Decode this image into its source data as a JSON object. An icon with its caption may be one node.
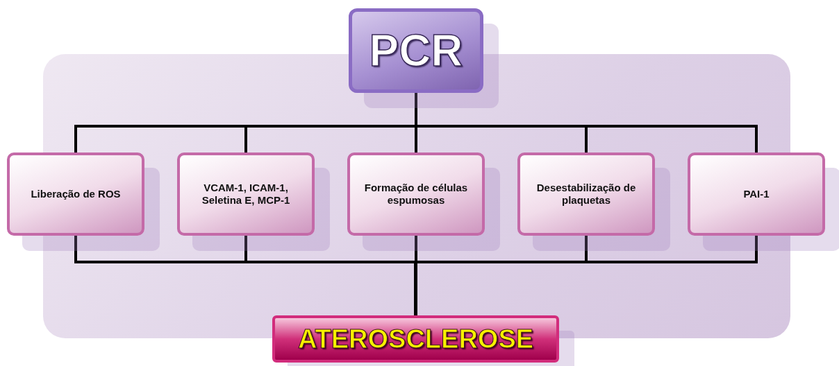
{
  "diagram": {
    "nodes": [
      {
        "text": [
          "PCR"
        ]
      },
      {
        "text": [
          "Liberação de ROS"
        ]
      },
      {
        "text": [
          "VCAM-1, ICAM-1, Seletina E, MCP-1"
        ]
      },
      {
        "text": [
          "Formação de células espumosas"
        ]
      },
      {
        "text": [
          "Desestabilização de plaquetas"
        ]
      },
      {
        "text": [
          "PAI-1"
        ]
      },
      {
        "text": [
          "ATEROSCLEROSE"
        ]
      }
    ],
    "edges": [
      {
        "from": 0,
        "to": 1,
        "arrow": "none"
      },
      {
        "from": 0,
        "to": 2,
        "arrow": "none"
      },
      {
        "from": 0,
        "to": 3,
        "arrow": "none"
      },
      {
        "from": 0,
        "to": 4,
        "arrow": "none"
      },
      {
        "from": 0,
        "to": 5,
        "arrow": "none"
      },
      {
        "from": 1,
        "to": 6,
        "arrow": "none"
      },
      {
        "from": 2,
        "to": 6,
        "arrow": "none"
      },
      {
        "from": 3,
        "to": 6,
        "arrow": "none"
      },
      {
        "from": 4,
        "to": 6,
        "arrow": "none"
      },
      {
        "from": 5,
        "to": 6,
        "arrow": "none"
      }
    ]
  }
}
